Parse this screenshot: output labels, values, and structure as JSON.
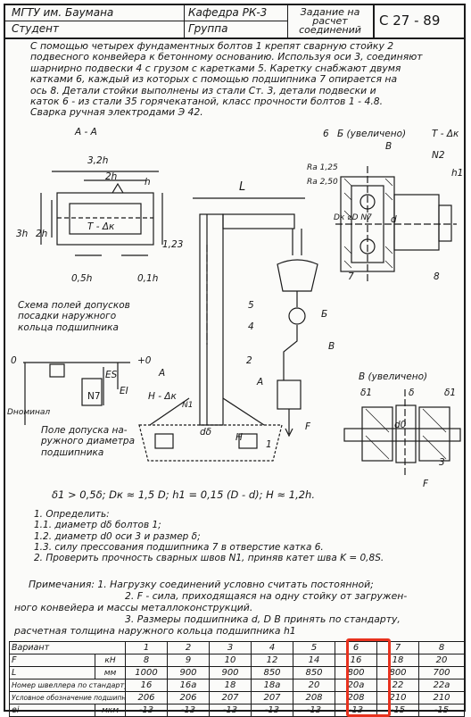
{
  "header": {
    "university": "МГТУ им. Баумана",
    "department": "Кафедра РК-3",
    "task_title": "Задание на расчет соединений",
    "student_label": "Студент",
    "group_label": "Группа",
    "code": "С 27 - 89"
  },
  "task_text": [
    "С помощью четырех фундаментных болтов 1 крепят сварную стойку 2",
    "подвесного конвейера к бетонному основанию. Используя оси 3, соединяют",
    "шарнирно подвески 4 с грузом с каретками 5. Каретку снабжают двумя",
    "катками 6, каждый из которых с помощью подшипника 7 опирается на",
    "ось 8. Детали стойки выполнены из стали Ст. 3, детали подвески и",
    "каток 6 - из стали 35 горячекатаной, класс прочности болтов 1 - 4.8.",
    "Сварка ручная электродами Э 42."
  ],
  "drawing": {
    "section_aa": "А - А",
    "dim_32h": "3,2h",
    "dim_2h": "2h",
    "dim_h": "h",
    "dim_3h": "3h",
    "dim_2h_v": "2h",
    "weld_tdk": "T - Δк",
    "dim_123": "1,23",
    "dim_05h": "0,5h",
    "dim_01h": "0,1h",
    "dim_L": "L",
    "scheme_title": [
      "Схема полей допусков",
      "посадки наружного",
      "кольца подшипника"
    ],
    "zero_label": "0",
    "plus_zero": "+0",
    "dnom": "Dноминал",
    "n7": "N7",
    "es": "ES",
    "ei": "EI",
    "bearing_field": [
      "Поле допуска на-",
      "ружного диаметра",
      "подшипника"
    ],
    "view_b": "Б (увеличено)",
    "num_6": "6",
    "label_B": "B",
    "label_tdk2": "T - Δк",
    "label_N2": "N2",
    "label_h1": "h1",
    "ra125": "Ra 1,25",
    "ra250": "Ra 2,50",
    "dk_n7": "Dк    ⌀D N7",
    "label_d": "d",
    "num_7": "7",
    "num_8": "8",
    "num_5": "5",
    "num_4": "4",
    "num_2": "2",
    "num_1": "1",
    "num_3": "3",
    "label_Bv": "Б",
    "label_V": "В",
    "label_A": "А",
    "label_A2": "А",
    "label_HDK": "H - Δк",
    "label_N1": "N1",
    "label_dd": "dδ",
    "label_H": "H",
    "label_F": "F",
    "label_F2": "F",
    "view_v": "В (увеличено)",
    "delta1": "δ1",
    "delta": "δ",
    "delta1b": "δ1",
    "d0": "d0"
  },
  "relations": "δ1 > 0,5δ;   Dк ≈ 1,5 D;   h1 = 0,15 (D - d);   H ≈ 1,2h.",
  "determine": [
    "1. Определить:",
    "1.1. диаметр dδ болтов 1;",
    "1.2. диаметр d0 оси 3 и размер δ;",
    "1.3. силу прессования подшипника 7 в отверстие катка 6.",
    "2. Проверить прочность сварных швов N1, приняв катет шва  K = 0,8S."
  ],
  "notes": [
    "Примечания: 1. Нагрузку соединений условно считать постоянной;",
    "2. F - сила, приходящаяся на одну стойку от загружен-",
    "ного конвейера и массы металлоконструкций.",
    "3. Размеры подшипника  d, D  В принять по стандарту,",
    "расчетная толщина наружного кольца подшипника h1"
  ],
  "table": {
    "variant_label": "Вариант",
    "variants": [
      "1",
      "2",
      "3",
      "4",
      "5",
      "6",
      "7",
      "8"
    ],
    "rows": [
      {
        "name": "F",
        "unit": "кН",
        "values": [
          "8",
          "9",
          "10",
          "12",
          "14",
          "16",
          "18",
          "20"
        ]
      },
      {
        "name": "L",
        "unit": "мм",
        "values": [
          "1000",
          "900",
          "900",
          "850",
          "850",
          "800",
          "800",
          "700"
        ]
      },
      {
        "name": "Номер швеллера по стандарту",
        "unit": "",
        "values": [
          "16",
          "16а",
          "18",
          "18а",
          "20",
          "20а",
          "22",
          "22а"
        ]
      },
      {
        "name": "Условное обозначение подшипника",
        "unit": "",
        "values": [
          "206",
          "206",
          "207",
          "207",
          "208",
          "208",
          "210",
          "210"
        ]
      },
      {
        "name": "ei",
        "unit": "мкм",
        "values": [
          "-13",
          "-13",
          "-13",
          "-13",
          "-13",
          "-13",
          "-15",
          "-15"
        ]
      }
    ],
    "highlight_color": "#e8321e"
  }
}
